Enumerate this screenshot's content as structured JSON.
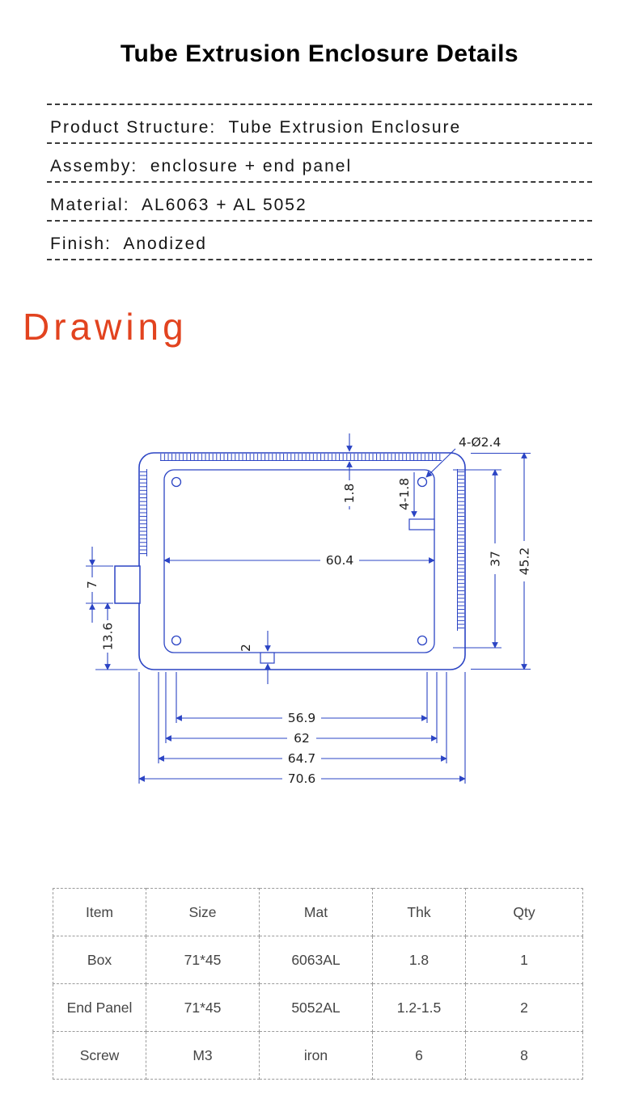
{
  "title": "Tube Extrusion Enclosure Details",
  "specs": [
    {
      "text": "Product Structure:  Tube Extrusion Enclosure"
    },
    {
      "text": "Assemby:  enclosure + end panel"
    },
    {
      "text": "Material:  AL6063 + AL 5052"
    },
    {
      "text": "Finish:  Anodized"
    }
  ],
  "drawing": {
    "section_label": "Drawing",
    "colors": {
      "accent": "#e2431f",
      "line": "#2b44c4"
    },
    "dims": {
      "corner_holes": "4-Ø2.4",
      "top_wall_thickness": "1.8",
      "side_slot": "4-1.8",
      "inner_width": "60.4",
      "hole_span": "37",
      "overall_height": "45.2",
      "tab_height": "7",
      "tab_offset": "13.6",
      "rail_slot": "2",
      "slot_width": "56.9",
      "groove_width": "62",
      "panel_width": "64.7",
      "overall_width": "70.6"
    }
  },
  "table": {
    "headers": [
      "Item",
      "Size",
      "Mat",
      "Thk",
      "Qty"
    ],
    "rows": [
      [
        "Box",
        "71*45",
        "6063AL",
        "1.8",
        "1"
      ],
      [
        "End Panel",
        "71*45",
        "5052AL",
        "1.2-1.5",
        "2"
      ],
      [
        "Screw",
        "M3",
        "iron",
        "6",
        "8"
      ]
    ]
  }
}
